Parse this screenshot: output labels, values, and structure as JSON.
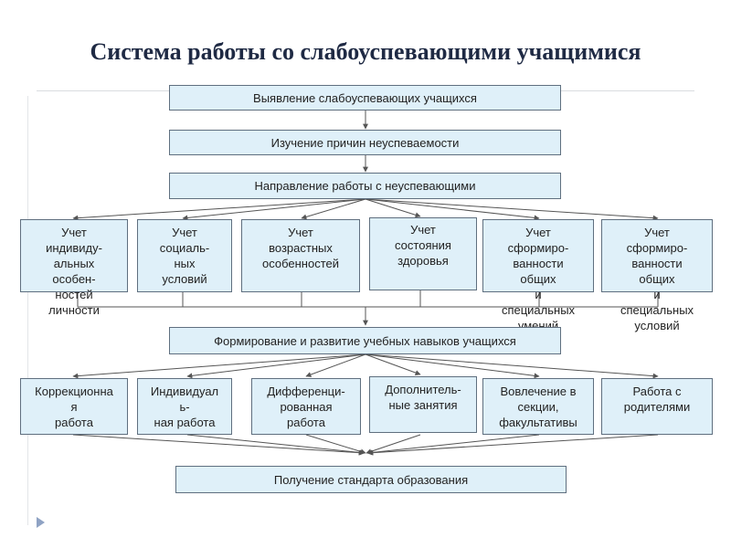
{
  "title": "Система работы со слабоуспевающими учащимися",
  "steps": [
    "Выявление слабоуспевающих учащихся",
    "Изучение причин неуспеваемости",
    "Направление работы с неуспевающими"
  ],
  "factors": [
    "Учет\nиндивиду-\nальных\nособен-\nностей\nличности",
    "Учет\nсоциаль-\nных\nусловий",
    "Учет\nвозрастных\nособенностей",
    "Учет\nсостояния\nздоровья",
    "Учет\nсформиро-\nванности\nобщих\nи\nспециальных\nумений",
    "Учет\nсформиро-\nванности\nобщих\nи\nспециальных\nусловий"
  ],
  "middle": "Формирование и развитие учебных навыков учащихся",
  "work_forms": [
    "Коррекционна\nя\nработа",
    "Индивидуал\nь-\nная работа",
    "Дифференци-\nрованная\nработа",
    "Дополнитель-\nные занятия",
    "Вовлечение в\nсекции,\nфакультативы",
    "Работа с\nродителями"
  ],
  "result": "Получение стандарта образования",
  "colors": {
    "box_fill": "#dff0f9",
    "box_border": "#5f6f7f",
    "line": "#555555",
    "title": "#1f2a44"
  }
}
